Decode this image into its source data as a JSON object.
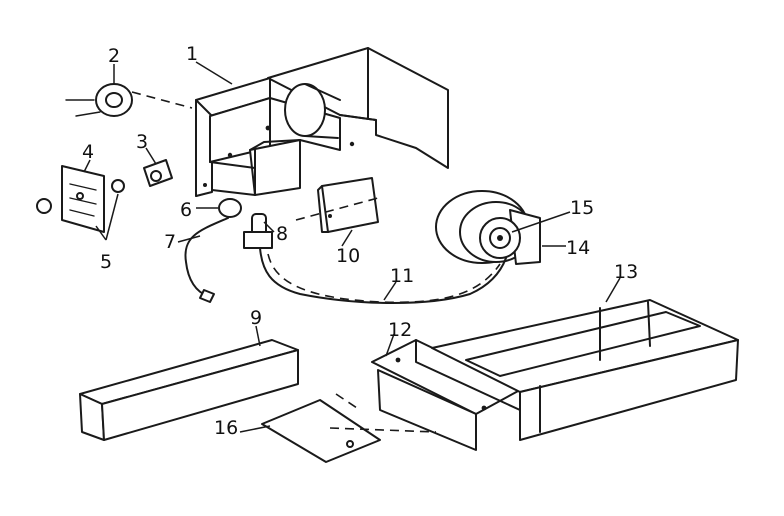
{
  "callouts": [
    {
      "id": "1",
      "text": "1"
    },
    {
      "id": "2",
      "text": "2"
    },
    {
      "id": "3",
      "text": "3"
    },
    {
      "id": "4",
      "text": "4"
    },
    {
      "id": "5",
      "text": "5"
    },
    {
      "id": "6",
      "text": "6"
    },
    {
      "id": "7",
      "text": "7"
    },
    {
      "id": "8",
      "text": "8"
    },
    {
      "id": "9",
      "text": "9"
    },
    {
      "id": "10",
      "text": "10"
    },
    {
      "id": "11",
      "text": "11"
    },
    {
      "id": "12",
      "text": "12"
    },
    {
      "id": "13",
      "text": "13"
    },
    {
      "id": "14",
      "text": "14"
    },
    {
      "id": "15",
      "text": "15"
    },
    {
      "id": "16",
      "text": "16"
    }
  ],
  "colors": {
    "ink": "#1a1a1a",
    "paper": "#ffffff"
  }
}
